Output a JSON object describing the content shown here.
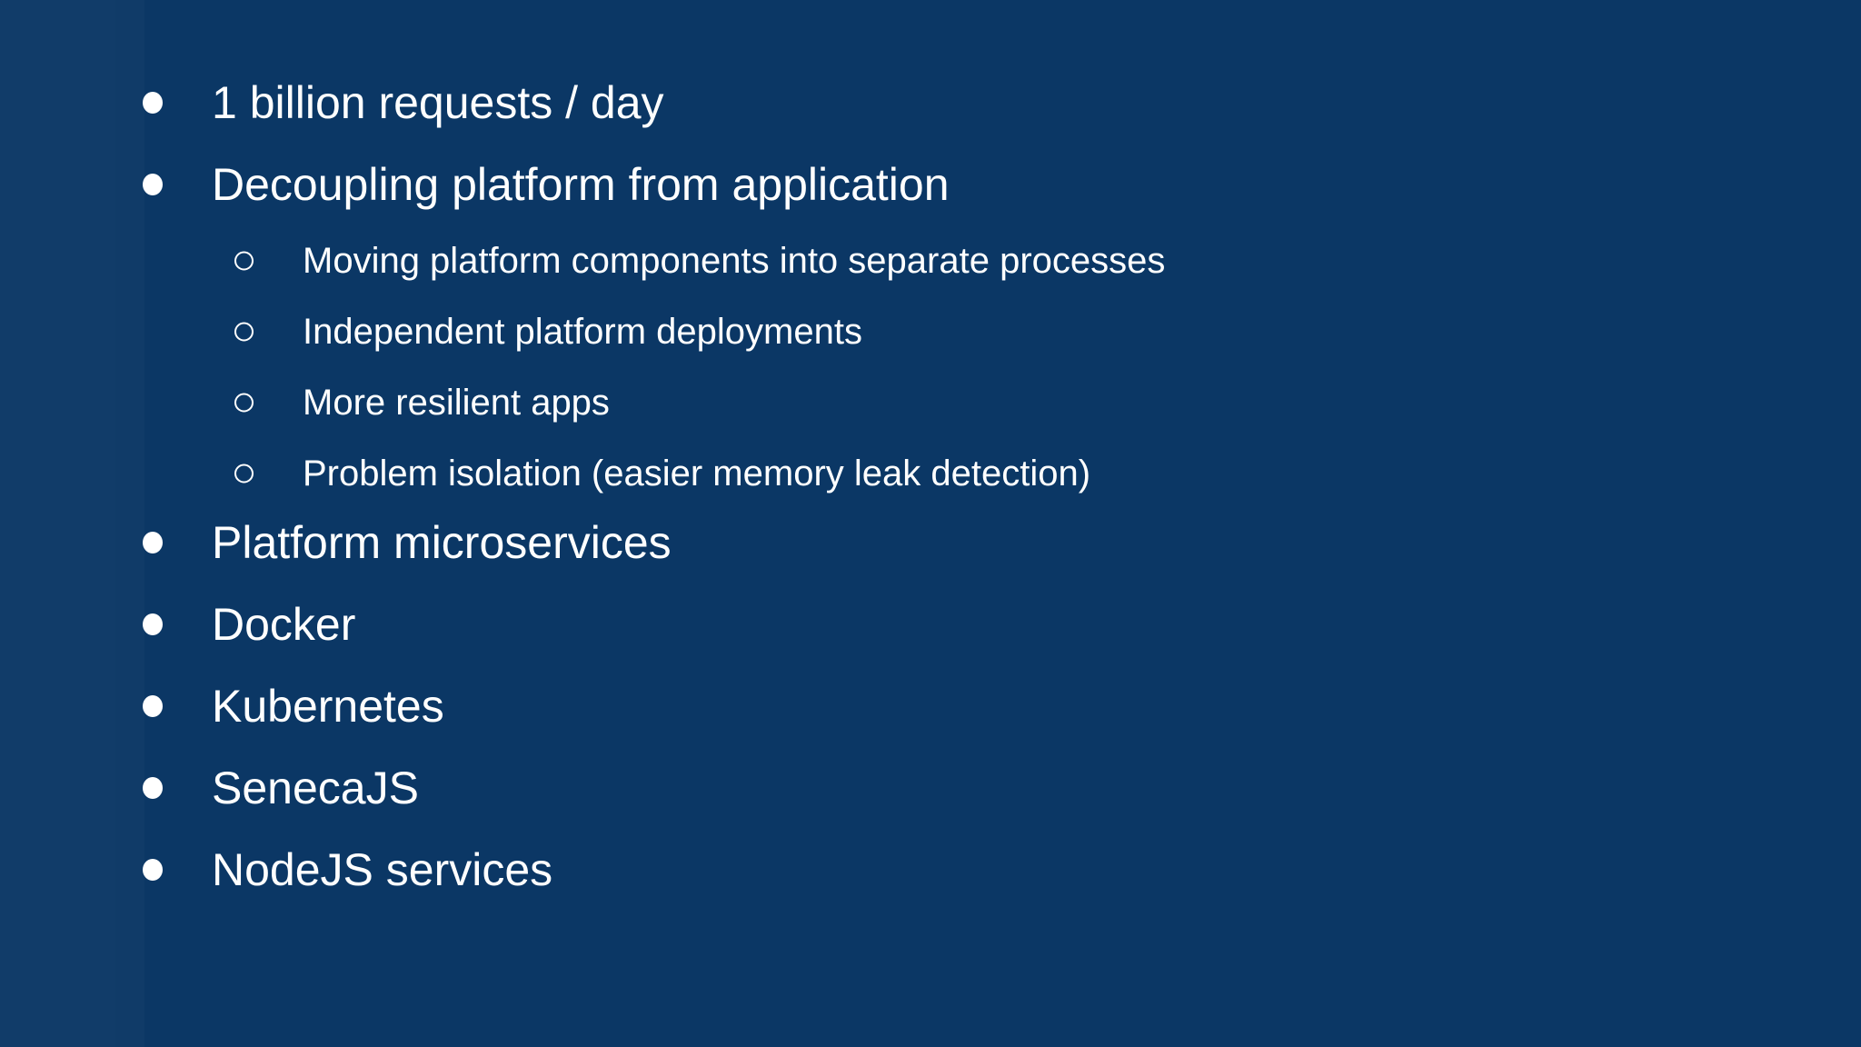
{
  "slide": {
    "background_color": "#0b3765",
    "text_color": "#ffffff",
    "bullets": [
      {
        "level": 1,
        "marker": "filled-dot",
        "text": "1 billion requests / day"
      },
      {
        "level": 1,
        "marker": "filled-dot",
        "text": "Decoupling platform from application"
      },
      {
        "level": 2,
        "marker": "hollow-circle",
        "text": "Moving platform components into separate processes"
      },
      {
        "level": 2,
        "marker": "hollow-circle",
        "text": "Independent platform deployments"
      },
      {
        "level": 2,
        "marker": "hollow-circle",
        "text": "More resilient apps"
      },
      {
        "level": 2,
        "marker": "hollow-circle",
        "text": "Problem isolation (easier memory leak detection)"
      },
      {
        "level": 1,
        "marker": "filled-dot",
        "text": "Platform microservices"
      },
      {
        "level": 1,
        "marker": "filled-dot",
        "text": "Docker"
      },
      {
        "level": 1,
        "marker": "filled-dot",
        "text": "Kubernetes"
      },
      {
        "level": 1,
        "marker": "filled-dot",
        "text": "SenecaJS"
      },
      {
        "level": 1,
        "marker": "filled-dot",
        "text": "NodeJS services"
      }
    ]
  }
}
